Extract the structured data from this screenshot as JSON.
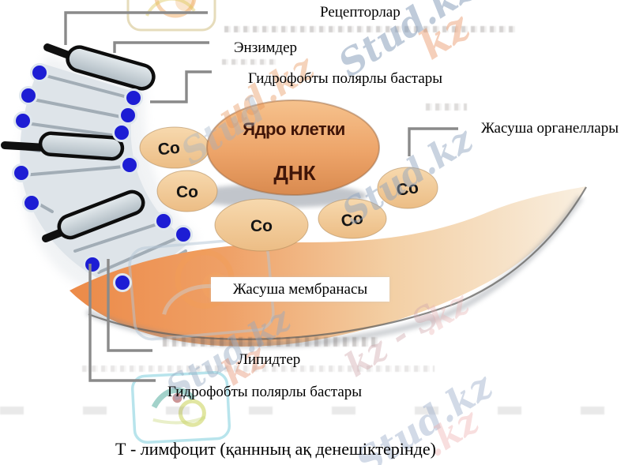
{
  "labels": {
    "receptors": "Рецепторлар",
    "enzymes": "Энзимдер",
    "hydrophobic_heads_top": "Гидрофобты полярлы бастары",
    "cell_organelles": "Жасуша органеллары",
    "cell_membrane": "Жасуша мембранасы",
    "lipids": "Липидтер",
    "hydrophobic_heads_bottom": "Гидрофобты полярлы бастары",
    "caption": "Т - лимфоцит (қаннның ақ денешіктерінде)"
  },
  "nucleus": {
    "title": "Ядро клетки",
    "subtitle": "ДНК"
  },
  "organelle_tag": "Co",
  "watermarks": [
    {
      "text": "Stud.kz"
    },
    {
      "text": "kz"
    },
    {
      "text": "ud.kz"
    },
    {
      "text": "Stud"
    },
    {
      "text": "Stud.kz"
    },
    {
      "text": "Stud.kz"
    },
    {
      "text": "kz"
    },
    {
      "text": "kz - S"
    },
    {
      "text": ".kz"
    },
    {
      "text": "Stud.kz"
    },
    {
      "text": ".kz"
    }
  ],
  "colors": {
    "membrane_orange": "#ec8a48",
    "membrane_cream": "#f9efe0",
    "nucleus_fill": "#eda469",
    "organelle_fill": "#f0cb9c",
    "lipid_head_blue": "#1d1dd4",
    "capsule_gray": "#c9d3d9",
    "connector_gray": "#8a8a8a",
    "watermark_blue": "#96aac4",
    "watermark_orange": "#e8944f"
  }
}
